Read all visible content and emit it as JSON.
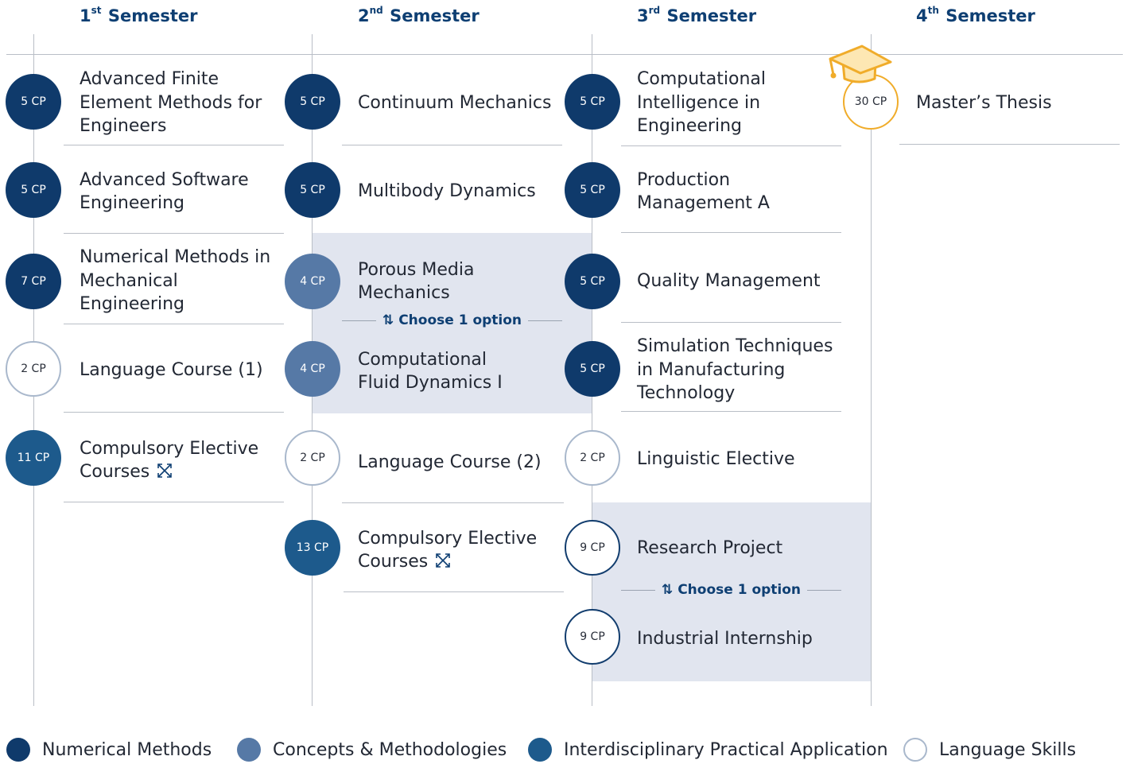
{
  "semesters": [
    {
      "num": "1",
      "sup": "st",
      "title": "Semester"
    },
    {
      "num": "2",
      "sup": "nd",
      "title": "Semester"
    },
    {
      "num": "3",
      "sup": "rd",
      "title": "Semester"
    },
    {
      "num": "4",
      "sup": "th",
      "title": "Semester"
    }
  ],
  "choose_label": "Choose 1 option",
  "semester1": [
    {
      "cp": "5 CP",
      "name": "Advanced Finite Element Methods for Engineers",
      "category": "numerical"
    },
    {
      "cp": "5 CP",
      "name": "Advanced Software Engineering",
      "category": "numerical"
    },
    {
      "cp": "7 CP",
      "name": "Numerical Methods in Mechanical Engineering",
      "category": "numerical"
    },
    {
      "cp": "2 CP",
      "name": "Language Course (1)",
      "category": "language"
    },
    {
      "cp": "11 CP",
      "name": "Compulsory Elective Courses",
      "category": "interdisciplinary"
    }
  ],
  "semester2": [
    {
      "cp": "5 CP",
      "name": "Continuum Mechanics",
      "category": "numerical"
    },
    {
      "cp": "5 CP",
      "name": "Multibody Dynamics",
      "category": "numerical"
    },
    {
      "cp": "4 CP",
      "name": "Porous Media Mechanics",
      "category": "concepts"
    },
    {
      "cp": "4 CP",
      "name": "Computational Fluid Dynamics I",
      "category": "concepts"
    },
    {
      "cp": "2 CP",
      "name": "Language Course (2)",
      "category": "language"
    },
    {
      "cp": "13 CP",
      "name": "Compulsory Elective Courses",
      "category": "interdisciplinary"
    }
  ],
  "semester3": [
    {
      "cp": "5 CP",
      "name": "Computational Intelligence in Engineering",
      "category": "numerical"
    },
    {
      "cp": "5 CP",
      "name": "Production Management A",
      "category": "numerical"
    },
    {
      "cp": "5 CP",
      "name": "Quality Management",
      "category": "numerical"
    },
    {
      "cp": "5 CP",
      "name": "Simulation Techniques in Manufacturing Technology",
      "category": "numerical"
    },
    {
      "cp": "2 CP",
      "name": "Linguistic Elective",
      "category": "language"
    },
    {
      "cp": "9 CP",
      "name": "Research Project",
      "category": "option"
    },
    {
      "cp": "9 CP",
      "name": "Industrial Internship",
      "category": "option"
    }
  ],
  "semester4": [
    {
      "cp": "30 CP",
      "name": "Master’s Thesis",
      "category": "thesis"
    }
  ],
  "legend": [
    {
      "label": "Numerical Methods",
      "color": "#0f3a6b"
    },
    {
      "label": "Concepts & Methodologies",
      "color": "#5679a6"
    },
    {
      "label": "Interdisciplinary Practical Application",
      "color": "#1d5a8c"
    },
    {
      "label": "Language Skills",
      "color": "#ffffff"
    }
  ],
  "colors": {
    "heading": "#0e3f73",
    "option_shade": "#e1e5ef",
    "thesis_accent": "#f0ac2a"
  }
}
